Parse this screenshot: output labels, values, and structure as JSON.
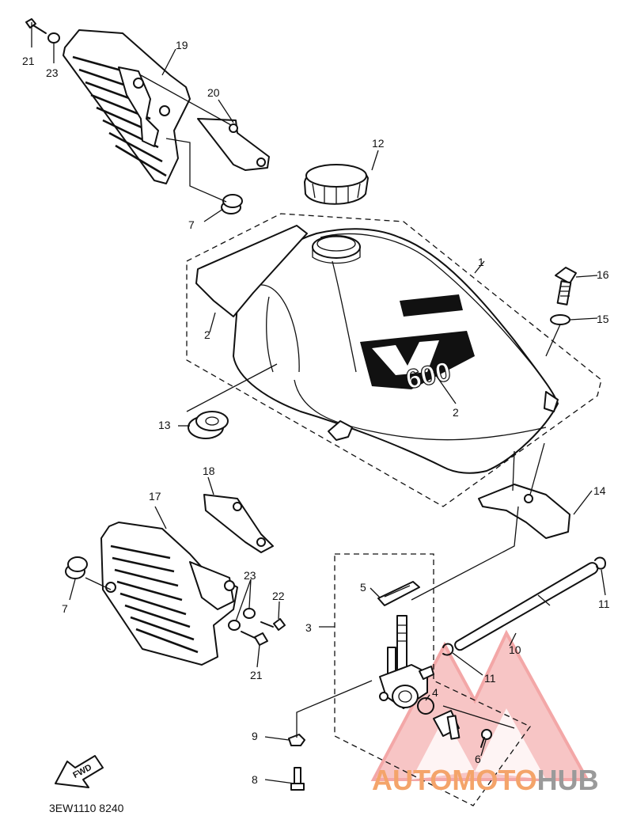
{
  "diagram_code": "3EW1110 8240",
  "fwd_label": "FWD",
  "tank_emblem": "600",
  "watermark": {
    "part1": "AUTOMOTO",
    "part2": "HUB",
    "color_accent": "#f08080",
    "color_dark": "#9a9a9a"
  },
  "callouts": {
    "c1": "1",
    "c2a": "2",
    "c2b": "2",
    "c3": "3",
    "c4": "4",
    "c5": "5",
    "c6": "6",
    "c7a": "7",
    "c7b": "7",
    "c8": "8",
    "c9": "9",
    "c10": "10",
    "c11a": "11",
    "c11b": "11",
    "c12": "12",
    "c13": "13",
    "c14": "14",
    "c15": "15",
    "c16": "16",
    "c17": "17",
    "c18": "18",
    "c19": "19",
    "c20": "20",
    "c21a": "21",
    "c21b": "21",
    "c22": "22",
    "c23a": "23",
    "c23b": "23"
  }
}
